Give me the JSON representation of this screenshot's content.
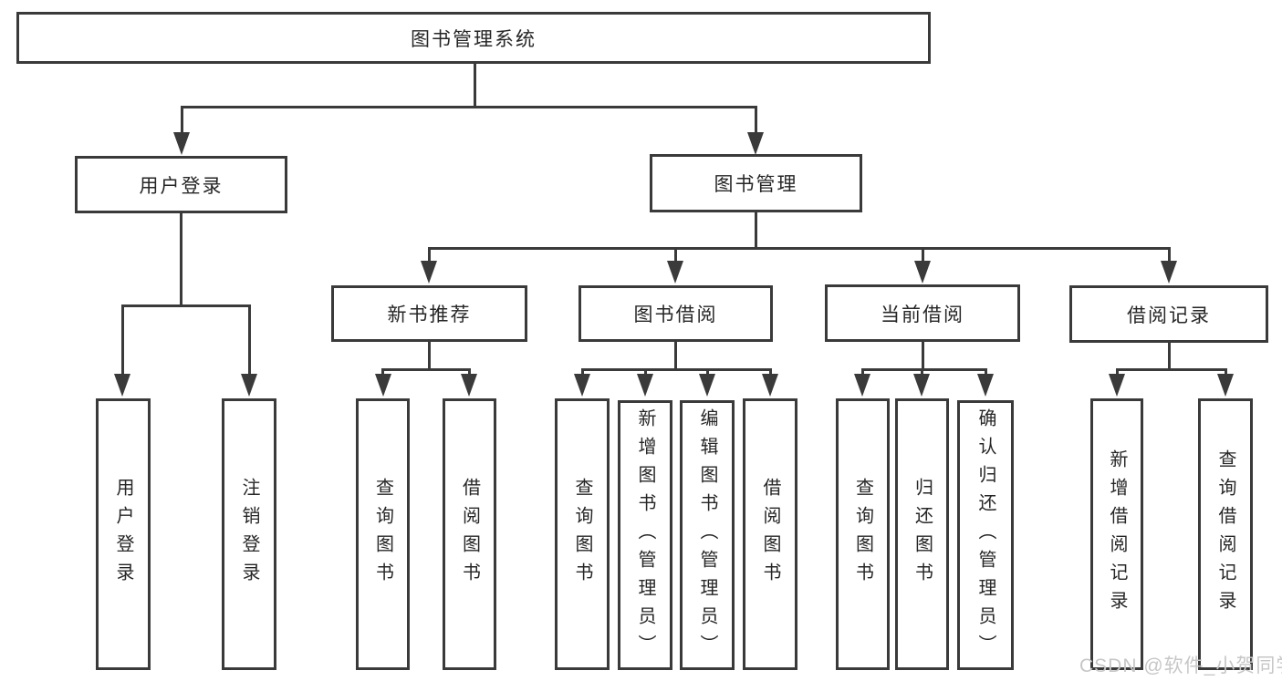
{
  "colors": {
    "line": "#3a3a3a",
    "text": "#262626",
    "watermark": "#c7c7c7",
    "background": "#ffffff"
  },
  "watermark": {
    "text": "CSDN @软件_小贺同学"
  },
  "tree": {
    "label": "图书管理系统",
    "children": [
      {
        "label": "用户登录",
        "children": [
          {
            "label": "用户登录"
          },
          {
            "label": "注销登录"
          }
        ]
      },
      {
        "label": "图书管理",
        "children": [
          {
            "label": "新书推荐",
            "children": [
              {
                "label": "查询图书"
              },
              {
                "label": "借阅图书"
              }
            ]
          },
          {
            "label": "图书借阅",
            "children": [
              {
                "label": "查询图书"
              },
              {
                "label": "新增图书（管理员）"
              },
              {
                "label": "编辑图书（管理员）"
              },
              {
                "label": "借阅图书"
              }
            ]
          },
          {
            "label": "当前借阅",
            "children": [
              {
                "label": "查询图书"
              },
              {
                "label": "归还图书"
              },
              {
                "label": "确认归还（管理员）"
              }
            ]
          },
          {
            "label": "借阅记录",
            "children": [
              {
                "label": "新增借阅记录"
              },
              {
                "label": "查询借阅记录"
              }
            ]
          }
        ]
      }
    ]
  }
}
